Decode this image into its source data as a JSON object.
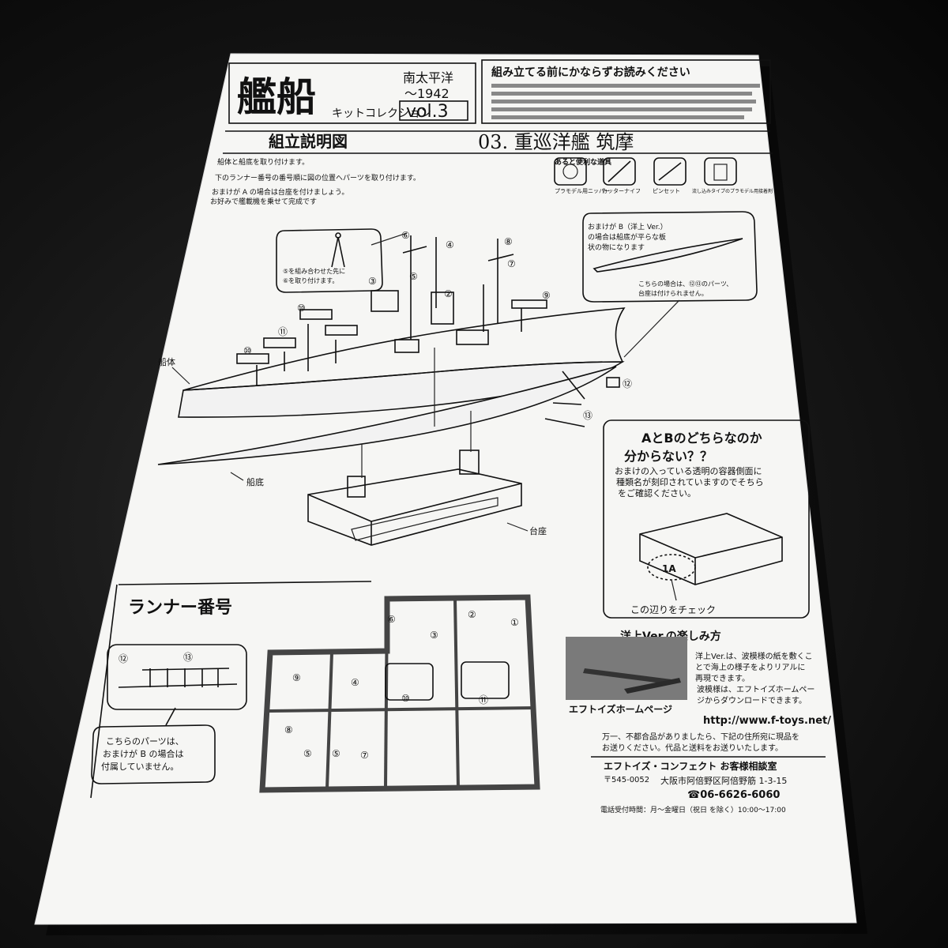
{
  "header": {
    "title": "艦船",
    "title_ruby": "キットコレクション",
    "region": "南太平洋",
    "year": "〜1942",
    "volume": "vol.3",
    "notice_heading": "組み立てる前にかならずお読みください"
  },
  "instructions_bar": {
    "label": "組立説明図",
    "model_name": "03. 重巡洋艦 筑摩"
  },
  "tools": {
    "heading": "あると便利な道具",
    "items": [
      "プラモデル用ニッパー",
      "カッターナイフ",
      "ピンセット",
      "流し込みタイプのプラモデル用接着剤"
    ]
  },
  "steps": [
    "船体と船底を取り付けます。",
    "下のランナー番号の番号順に図の位置へパーツを取り付けます。",
    "おまけが A の場合は台座を付けましょう。",
    "お好みで艦載機を乗せて完成です"
  ],
  "callout_mast": {
    "line1": "⑤を組み合わせた先に",
    "line2": "⑥を取り付けます。"
  },
  "callout_b": {
    "line1": "おまけが B（洋上 Ver.）",
    "line2": "の場合は船底が平らな板",
    "line3": "状の物になります",
    "line4": "こちらの場合は、⑫⑬のパーツ、",
    "line5": "台座は付けられません。"
  },
  "labels": {
    "hull": "船体",
    "bottom": "船底",
    "base": "台座"
  },
  "part_numbers": [
    "②",
    "③",
    "④",
    "⑤",
    "⑥",
    "⑦",
    "⑧",
    "⑨",
    "⑩",
    "⑪",
    "⑫",
    "⑬"
  ],
  "ab_box": {
    "title_line1": "AとBのどちらなのか",
    "title_line2": "分からない？？",
    "body_line1": "おまけの入っている透明の容器側面に",
    "body_line2": "種類名が刻印されていますのでそちら",
    "body_line3": "をご確認ください。",
    "stamp": "1A",
    "check": "この辺りをチェック"
  },
  "runner": {
    "title": "ランナー番号",
    "note_line1": "こちらのパーツは、",
    "note_line2": "おまけが B の場合は",
    "note_line3": "付属していません。",
    "numbers": [
      "①",
      "②",
      "③",
      "④",
      "⑤",
      "⑥",
      "⑦",
      "⑧",
      "⑨",
      "⑩",
      "⑪",
      "⑫",
      "⑬"
    ]
  },
  "sea_version": {
    "title": "洋上Ver.の楽しみ方",
    "line1": "洋上Ver.は、波模様の紙を敷くこ",
    "line2": "とで海上の様子をよりリアルに",
    "line3": "再現できます。",
    "line4": "波模様は、エフトイズホームペー",
    "line5": "ジからダウンロードできます。",
    "homepage_label": "エフトイズホームページ",
    "url": "http://www.f-toys.net/"
  },
  "contact": {
    "intro_line1": "万一、不都合品がありましたら、下記の住所宛に現品を",
    "intro_line2": "お送りください。代品と送料をお送りいたします。",
    "company": "エフトイズ・コンフェクト お客様相談室",
    "postal": "〒545-0052",
    "address": "大阪市阿倍野区阿倍野筋 1-3-15",
    "phone": "☎06-6626-6060",
    "hours": "電話受付時間：月〜金曜日（祝日 を除く）10:00〜17:00"
  }
}
